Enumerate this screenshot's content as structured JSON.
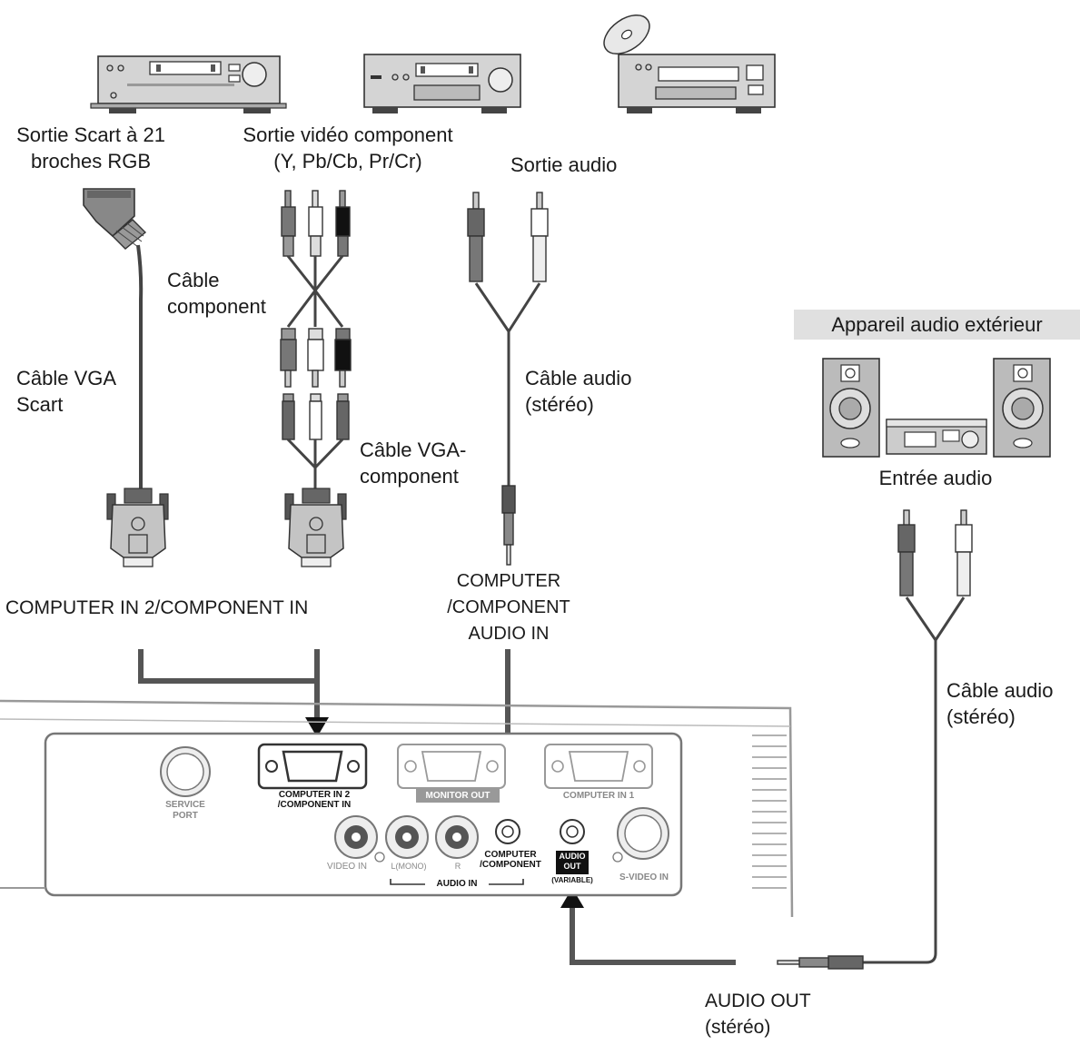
{
  "devices": {
    "vcr_label": "Sortie Scart à 21\nbroches RGB",
    "dvd_label": "Sortie vidéo component\n(Y, Pb/Cb, Pr/Cr)",
    "cd_label": "Sortie audio"
  },
  "cables": {
    "component_cable": "Câble\ncomponent",
    "vga_scart": "Câble VGA\nScart",
    "vga_component": "Câble VGA-\ncomponent",
    "audio_stereo_1": "Câble audio\n(stéréo)",
    "audio_stereo_2": "Câble audio\n(stéréo)"
  },
  "inputs": {
    "computer_in_2_component_in": "COMPUTER IN 2/COMPONENT IN",
    "computer_component_audio_in": "COMPUTER\n/COMPONENT\nAUDIO IN",
    "audio_out_stereo": "AUDIO OUT\n(stéréo)"
  },
  "external_audio": {
    "header": "Appareil audio extérieur",
    "input_label": "Entrée audio"
  },
  "panel": {
    "service_port": "SERVICE\nPORT",
    "computer_in_2": "COMPUTER IN 2\n/COMPONENT IN",
    "monitor_out": "MONITOR OUT",
    "computer_in_1": "COMPUTER IN 1",
    "video_in": "VIDEO IN",
    "l_mono": "L(MONO)",
    "r": "R",
    "audio_in": "AUDIO IN",
    "computer_component": "COMPUTER\n/COMPONENT",
    "audio_out": "AUDIO\nOUT",
    "variable": "(VARIABLE)",
    "s_video_in": "S-VIDEO IN"
  }
}
